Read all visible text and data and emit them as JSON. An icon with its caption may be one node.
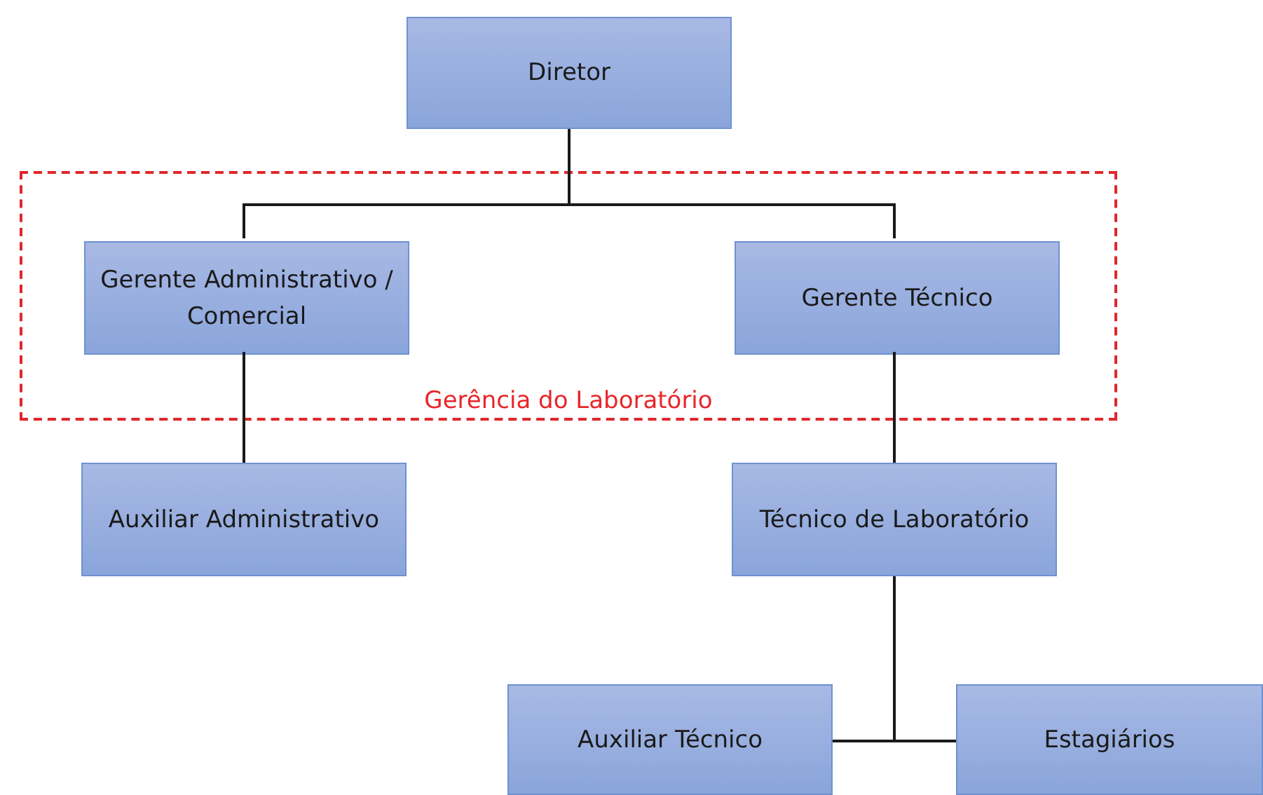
{
  "diagram": {
    "nodes": [
      {
        "text": [
          "Diretor"
        ]
      },
      {
        "text": [
          "Gerência do Laboratório"
        ]
      },
      {
        "text": [
          "Gerente Administrativo / Comercial"
        ],
        "in": 1
      },
      {
        "text": [
          "Gerente Técnico"
        ],
        "in": 1
      },
      {
        "text": [
          "Auxiliar Administrativo"
        ]
      },
      {
        "text": [
          "Técnico de Laboratório"
        ]
      },
      {
        "text": [
          "Auxiliar Técnico"
        ]
      },
      {
        "text": [
          "Estagiários"
        ]
      }
    ],
    "edges": [
      {
        "from": 0,
        "to": 2,
        "arrow": "none"
      },
      {
        "from": 0,
        "to": 3,
        "arrow": "none"
      },
      {
        "from": 2,
        "to": 4,
        "arrow": "none"
      },
      {
        "from": 3,
        "to": 5,
        "arrow": "none"
      },
      {
        "from": 5,
        "to": 6,
        "arrow": "none"
      },
      {
        "from": 5,
        "to": 7,
        "arrow": "none"
      }
    ]
  }
}
